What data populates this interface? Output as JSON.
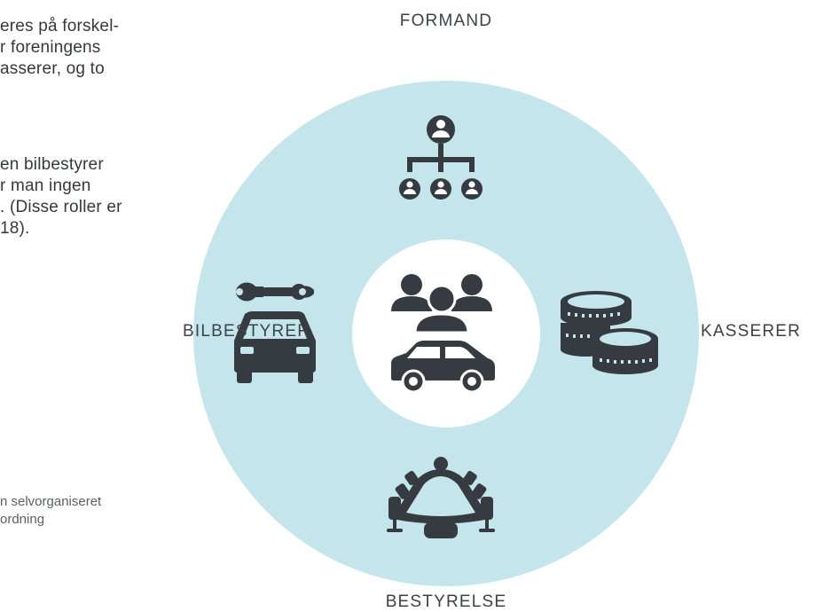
{
  "intro_text": {
    "paragraph_1": [
      "eres på forskel-",
      "r foreningens",
      "asserer, og to"
    ],
    "paragraph_2": [
      "en bilbestyrer",
      "r man ingen",
      ". (Disse roller er",
      "18)."
    ]
  },
  "caption": [
    "n selvorganiseret",
    "ordning"
  ],
  "roles": {
    "top": "FORMAND",
    "left": "BILBESTYRER",
    "right": "KASSERER",
    "bottom": "BESTYRELSE"
  },
  "icons": {
    "top": "org-chart-icon",
    "left": "car-repair-icon",
    "right": "coins-icon",
    "bottom": "meeting-table-icon",
    "center": "carsharing-group-icon"
  },
  "colors": {
    "ring": "#c4e5eb",
    "icon": "#353b40",
    "center": "#ffffff"
  }
}
